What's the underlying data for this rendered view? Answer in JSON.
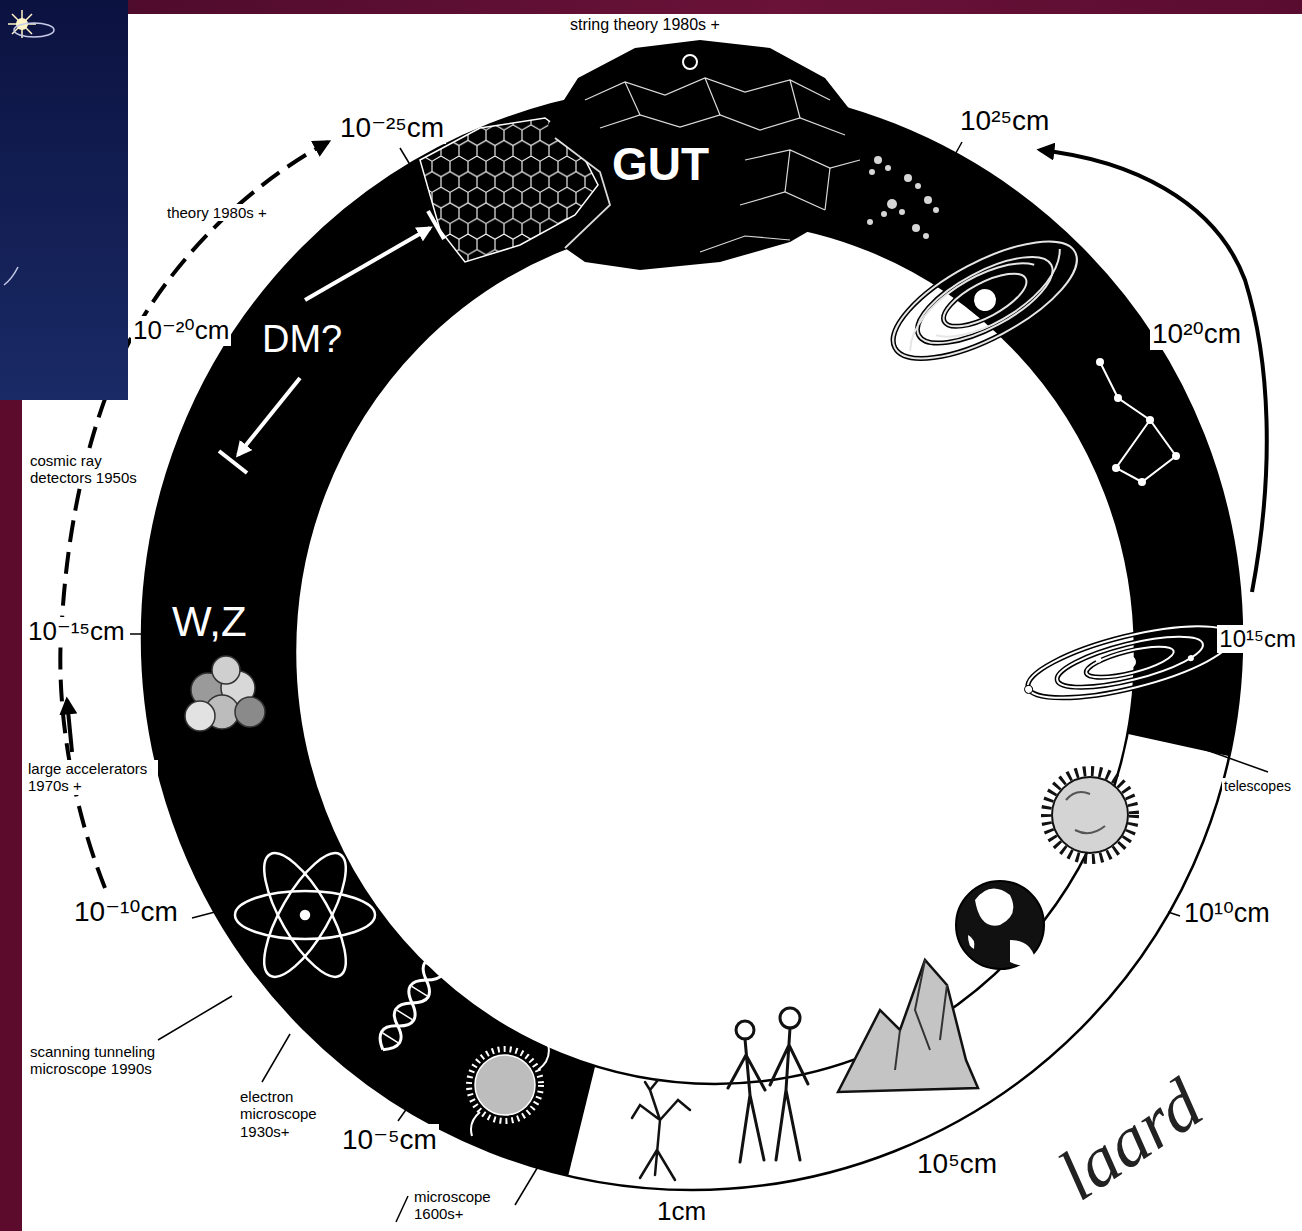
{
  "diagram": {
    "labels": [
      "string theory 1980s +",
      "10⁻²⁵cm",
      "10²⁵cm",
      "GUT",
      "theory 1980s +",
      "10⁻²⁰cm",
      "DM?",
      "10²⁰cm",
      "cosmic ray detectors 1950s",
      "10⁻¹⁵cm",
      "W,Z",
      "10¹⁵cm",
      "large accelerators 1970s +",
      "telescopes",
      "10⁻¹⁰cm",
      "10¹⁰cm",
      "scanning tunneling microscope 1990s",
      "electron microscope 1930s+",
      "10⁻⁵cm",
      "10⁵cm",
      "laard",
      "microscope 1600s+",
      "1cm"
    ]
  }
}
